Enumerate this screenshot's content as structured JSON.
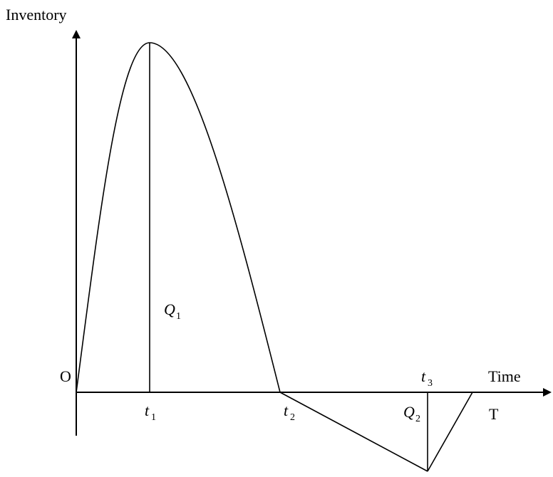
{
  "diagram": {
    "y_axis_label": "Inventory",
    "x_axis_label": "Time",
    "origin_label": "O",
    "end_label": "T",
    "t1": {
      "base": "t",
      "sub": "1"
    },
    "t2": {
      "base": "t",
      "sub": "2"
    },
    "t3": {
      "base": "t",
      "sub": "3"
    },
    "Q1": {
      "base": "Q",
      "sub": "1"
    },
    "Q2": {
      "base": "Q",
      "sub": "2"
    }
  }
}
